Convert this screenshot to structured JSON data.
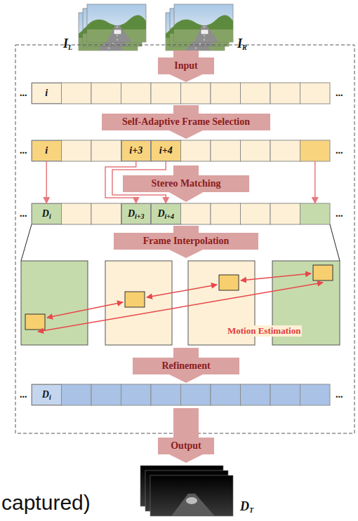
{
  "diagram": {
    "nodes": [
      {
        "text": [
          "Input"
        ]
      },
      {
        "text": [
          "i"
        ]
      },
      {
        "text": [
          "Self-Adaptive Frame Selection"
        ]
      },
      {
        "text": [
          "i"
        ]
      },
      {
        "text": [
          "i+3"
        ]
      },
      {
        "text": [
          "i+4"
        ]
      },
      {
        "text": [
          "Stereo Matching"
        ]
      },
      {
        "text": [
          "Di"
        ]
      },
      {
        "text": [
          "Di+3"
        ]
      },
      {
        "text": [
          "Di+4"
        ]
      },
      {
        "text": [
          "Frame Interpolation"
        ]
      },
      {
        "text": [
          "Refinement"
        ]
      },
      {
        "text": [
          "Di"
        ]
      },
      {
        "text": [
          "Output"
        ]
      }
    ],
    "edges": [
      {
        "from": 3,
        "to": 7,
        "arrow": "to"
      },
      {
        "from": 4,
        "to": 8,
        "arrow": "to"
      },
      {
        "from": 5,
        "to": 9,
        "arrow": "to"
      }
    ],
    "labels": [
      "IL",
      "IR",
      "...",
      "...",
      "...",
      "...",
      "...",
      "...",
      "Motion Estimation",
      "...",
      "...",
      "DT",
      "captured)"
    ]
  }
}
